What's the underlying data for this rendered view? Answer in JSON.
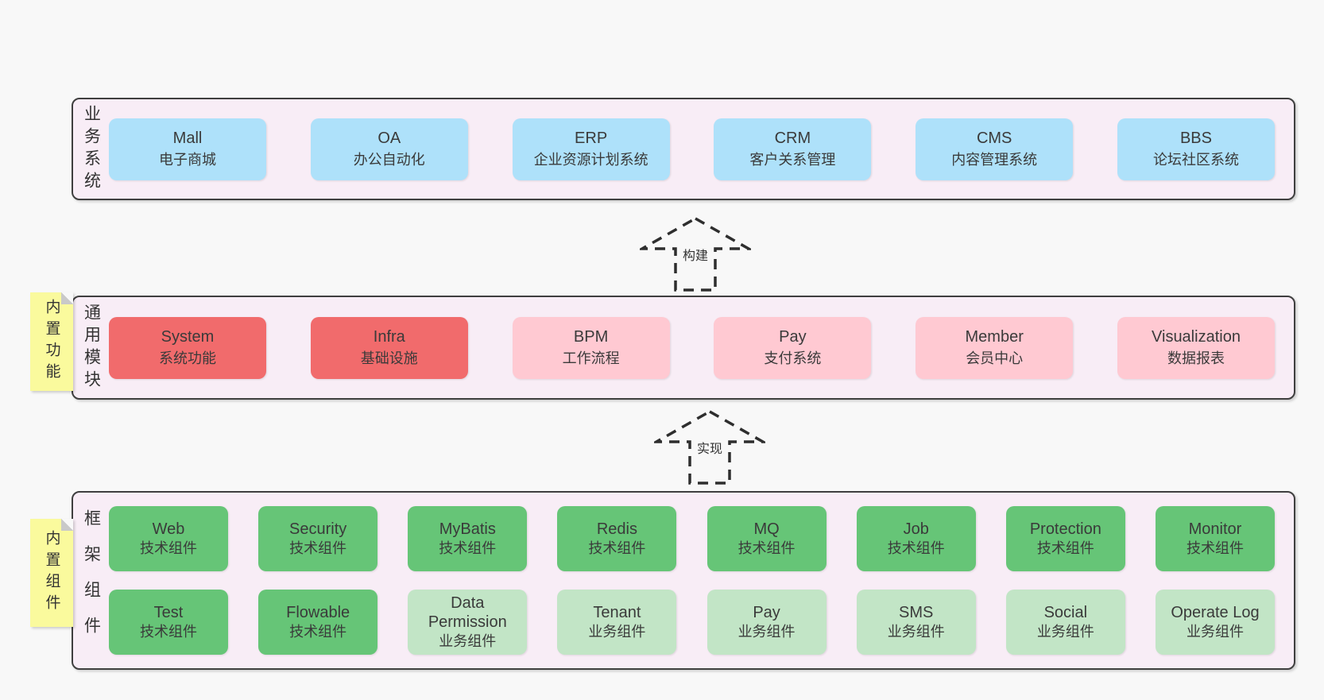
{
  "diagram": {
    "layers": {
      "business": {
        "label": "业务系统",
        "items": [
          {
            "name": "Mall",
            "desc": "电子商城",
            "type": "blue"
          },
          {
            "name": "OA",
            "desc": "办公自动化",
            "type": "blue"
          },
          {
            "name": "ERP",
            "desc": "企业资源计划系统",
            "type": "blue"
          },
          {
            "name": "CRM",
            "desc": "客户关系管理",
            "type": "blue"
          },
          {
            "name": "CMS",
            "desc": "内容管理系统",
            "type": "blue"
          },
          {
            "name": "BBS",
            "desc": "论坛社区系统",
            "type": "blue"
          }
        ]
      },
      "modules": {
        "label": "通用模块",
        "sticky": "内置功能",
        "items": [
          {
            "name": "System",
            "desc": "系统功能",
            "type": "red"
          },
          {
            "name": "Infra",
            "desc": "基础设施",
            "type": "red"
          },
          {
            "name": "BPM",
            "desc": "工作流程",
            "type": "pink"
          },
          {
            "name": "Pay",
            "desc": "支付系统",
            "type": "pink"
          },
          {
            "name": "Member",
            "desc": "会员中心",
            "type": "pink"
          },
          {
            "name": "Visualization",
            "desc": "数据报表",
            "type": "pink"
          }
        ]
      },
      "components": {
        "label": "框架组件",
        "sticky": "内置组件",
        "row1": [
          {
            "name": "Web",
            "desc": "技术组件",
            "type": "green"
          },
          {
            "name": "Security",
            "desc": "技术组件",
            "type": "green"
          },
          {
            "name": "MyBatis",
            "desc": "技术组件",
            "type": "green"
          },
          {
            "name": "Redis",
            "desc": "技术组件",
            "type": "green"
          },
          {
            "name": "MQ",
            "desc": "技术组件",
            "type": "green"
          },
          {
            "name": "Job",
            "desc": "技术组件",
            "type": "green"
          },
          {
            "name": "Protection",
            "desc": "技术组件",
            "type": "green"
          },
          {
            "name": "Monitor",
            "desc": "技术组件",
            "type": "green"
          }
        ],
        "row2": [
          {
            "name": "Test",
            "desc": "技术组件",
            "type": "green"
          },
          {
            "name": "Flowable",
            "desc": "技术组件",
            "type": "green"
          },
          {
            "name": "Data Permission",
            "desc": "业务组件",
            "type": "green-light"
          },
          {
            "name": "Tenant",
            "desc": "业务组件",
            "type": "green-light"
          },
          {
            "name": "Pay",
            "desc": "业务组件",
            "type": "green-light"
          },
          {
            "name": "SMS",
            "desc": "业务组件",
            "type": "green-light"
          },
          {
            "name": "Social",
            "desc": "业务组件",
            "type": "green-light"
          },
          {
            "name": "Operate Log",
            "desc": "业务组件",
            "type": "green-light"
          }
        ]
      }
    },
    "arrows": [
      {
        "label": "构建"
      },
      {
        "label": "实现"
      }
    ],
    "colors": {
      "page_bg": "#f8f8f8",
      "layer_bg": "#f8edf6",
      "layer_border": "#3f3f3f",
      "box_blue": "#aee1fa",
      "box_red": "#f16b6c",
      "box_pink": "#ffc9d2",
      "box_green": "#66c577",
      "box_green_light": "#c2e5c6",
      "sticky_yellow": "#fafa9d",
      "sticky_fold": "#c9c9c9",
      "text": "#3a3a3a"
    }
  }
}
